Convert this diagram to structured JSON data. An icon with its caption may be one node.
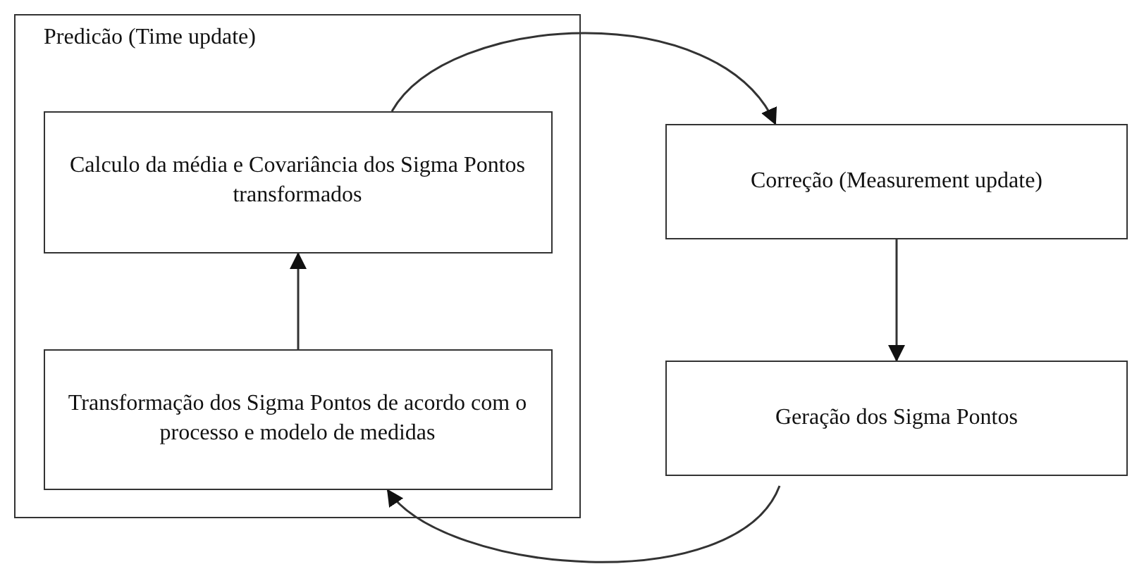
{
  "diagram": {
    "nodes": [
      {
        "text": [
          "Predicão (Time update)"
        ]
      },
      {
        "text": [
          "Calculo da média e Covariância dos Sigma Pontos transformados"
        ],
        "in": 0
      },
      {
        "text": [
          "Transformação dos Sigma Pontos de acordo com o processo e modelo de medidas"
        ],
        "in": 0
      },
      {
        "text": [
          "Correção (Measurement update)"
        ]
      },
      {
        "text": [
          "Geração dos Sigma Pontos"
        ]
      }
    ],
    "edges": [
      {
        "from": 2,
        "to": 1,
        "arrow": "to"
      },
      {
        "from": 1,
        "to": 3,
        "arrow": "to"
      },
      {
        "from": 3,
        "to": 4,
        "arrow": "to"
      },
      {
        "from": 4,
        "to": 2,
        "arrow": "to"
      }
    ]
  }
}
